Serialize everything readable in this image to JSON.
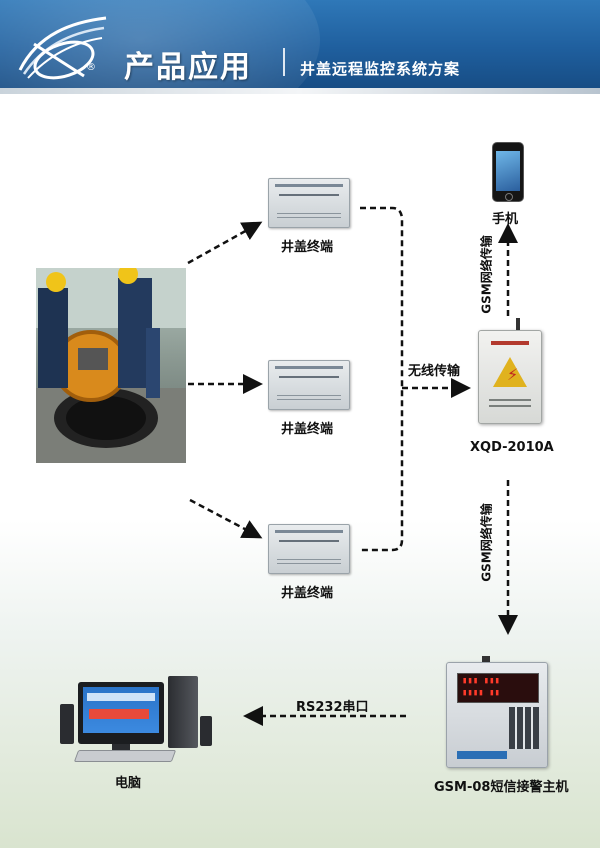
{
  "header": {
    "title": "产品应用",
    "subtitle": "井盖远程监控系统方案"
  },
  "nodes": {
    "terminal_top": "井盖终端",
    "terminal_middle": "井盖终端",
    "terminal_bottom": "井盖终端",
    "phone": "手机",
    "device": "XQD-2010A",
    "host": "GSM-08短信接警主机",
    "computer": "电脑"
  },
  "links": {
    "wireless": "无线传输",
    "gsm_up": "GSM网络传输",
    "gsm_down": "GSM网络传输",
    "rs232": "RS232串口"
  },
  "colors": {
    "header_blue": "#1f5f9e",
    "arrow": "#111111",
    "warning_yellow": "#e0b21e",
    "display_red": "#ff3a2a"
  },
  "icons": {
    "logo": "swoosh-logo-icon",
    "phone": "smartphone-icon",
    "device": "warning-bolt-icon",
    "host": "alarm-host-icon",
    "computer": "desktop-computer-icon"
  }
}
